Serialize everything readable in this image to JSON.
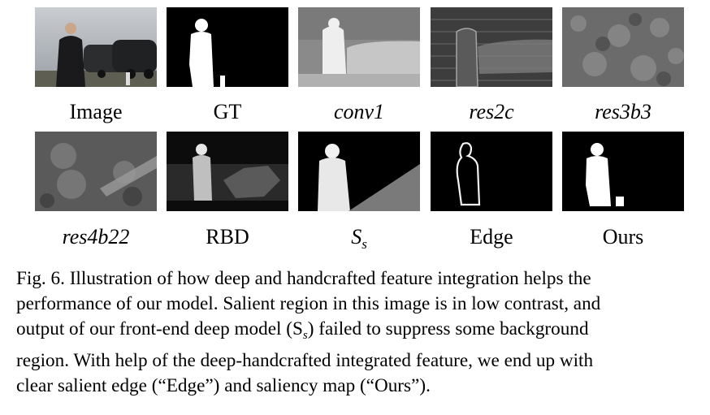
{
  "figure": {
    "panels": [
      {
        "label": "Image"
      },
      {
        "label": "GT"
      },
      {
        "label": "conv1"
      },
      {
        "label": "res2c"
      },
      {
        "label": "res3b3"
      },
      {
        "label": "res4b22"
      },
      {
        "label": "RBD"
      },
      {
        "label": "S",
        "sub": "s"
      },
      {
        "label": "Edge"
      },
      {
        "label": "Ours"
      }
    ],
    "caption_lines": [
      "Fig. 6.  Illustration of how deep and handcrafted feature integration helps the",
      "performance of our model. Salient region in this image is in low contrast, and",
      "output of our front-end deep model (S",
      "s",
      ") failed to suppress some background",
      "region. With help of the deep-handcrafted integrated feature, we end up with",
      "clear salient edge (“Edge”) and saliency map (“Ours”)."
    ]
  }
}
